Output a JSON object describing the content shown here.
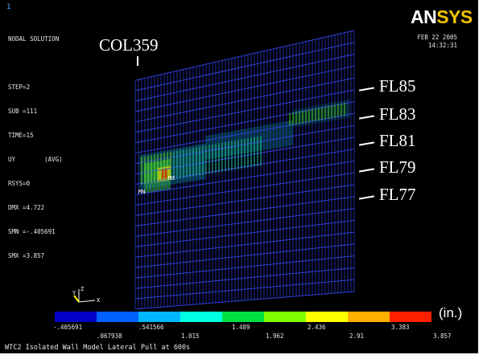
{
  "window_number": "1",
  "info_lines": [
    "NODAL SOLUTION",
    "",
    "STEP=2",
    "SUB =111",
    "TIME=15",
    "UY        (AVG)",
    "RSYS=0",
    "DMX =4.722",
    "SMN =-.405691",
    "SMX =3.857"
  ],
  "date": "FEB 22 2005",
  "time": "14:32:31",
  "logo": {
    "part1": "AN",
    "part2": "SYS"
  },
  "column_label": "COL359",
  "floor_labels": [
    "FL85",
    "FL83",
    "FL81",
    "FL79",
    "FL77"
  ],
  "markers": {
    "max": "MX",
    "min": "MN"
  },
  "triad": {
    "x": "X",
    "y": "Y",
    "z": "Z"
  },
  "legend": {
    "units": "(in.)",
    "colors": [
      "#0000c8",
      "#0060ff",
      "#00b8ff",
      "#00ffe0",
      "#00e040",
      "#7fff00",
      "#ffff00",
      "#ffb000",
      "#ff2000"
    ],
    "labels_top": [
      "-.405691",
      ".541566",
      "1.489",
      "2.436",
      "3.383"
    ],
    "labels_bottom": [
      ".067938",
      "1.015",
      "1.962",
      "2.91",
      "3.857"
    ]
  },
  "bottom_title": "WTC2 Isolated Wall Model Lateral Pull at 600s"
}
